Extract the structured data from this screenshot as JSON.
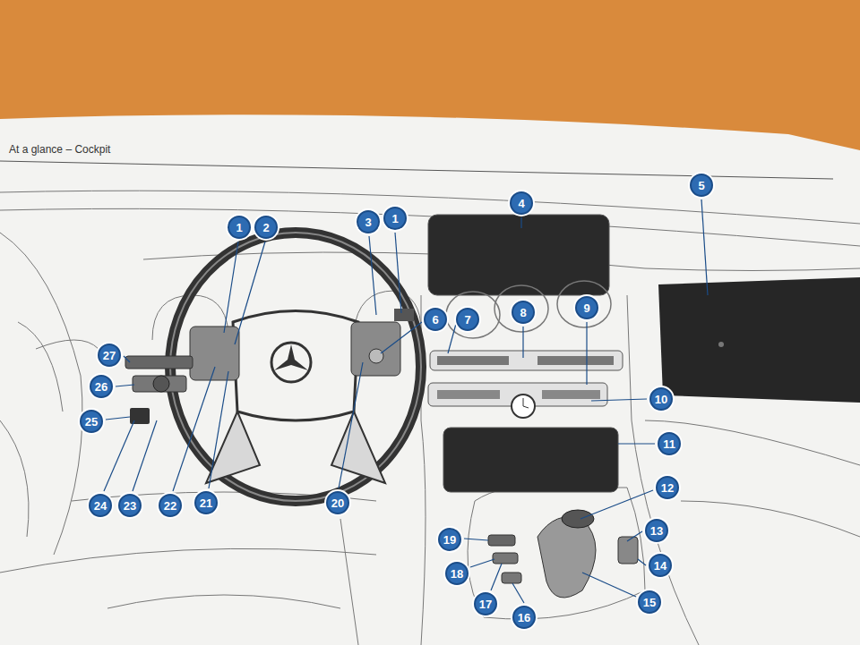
{
  "diagram": {
    "title": "At a glance – Cockpit",
    "nodes": [
      {
        "text": [
          "1"
        ]
      },
      {
        "text": [
          "2"
        ]
      },
      {
        "text": [
          "3"
        ]
      },
      {
        "text": [
          "1"
        ]
      },
      {
        "text": [
          "4"
        ]
      },
      {
        "text": [
          "5"
        ]
      },
      {
        "text": [
          "6"
        ]
      },
      {
        "text": [
          "7"
        ]
      },
      {
        "text": [
          "8"
        ]
      },
      {
        "text": [
          "9"
        ]
      },
      {
        "text": [
          "10"
        ]
      },
      {
        "text": [
          "11"
        ]
      },
      {
        "text": [
          "12"
        ]
      },
      {
        "text": [
          "13"
        ]
      },
      {
        "text": [
          "14"
        ]
      },
      {
        "text": [
          "15"
        ]
      },
      {
        "text": [
          "16"
        ]
      },
      {
        "text": [
          "17"
        ]
      },
      {
        "text": [
          "18"
        ]
      },
      {
        "text": [
          "19"
        ]
      },
      {
        "text": [
          "20"
        ]
      },
      {
        "text": [
          "21"
        ]
      },
      {
        "text": [
          "22"
        ]
      },
      {
        "text": [
          "23"
        ]
      },
      {
        "text": [
          "24"
        ]
      },
      {
        "text": [
          "25"
        ]
      },
      {
        "text": [
          "26"
        ]
      },
      {
        "text": [
          "27"
        ]
      }
    ]
  }
}
